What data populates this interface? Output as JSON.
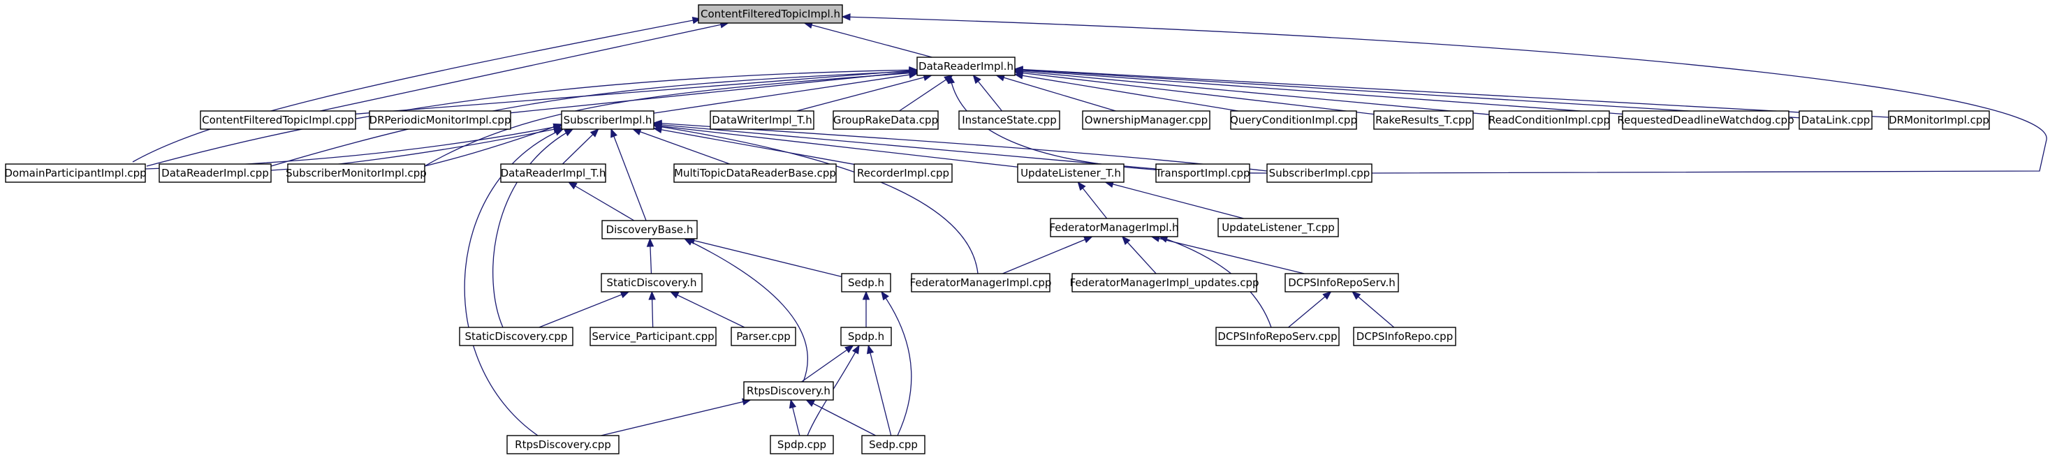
{
  "diagram": {
    "type": "include-dependency-graph",
    "edge_color": "#191970",
    "root_fill": "#bfbfbf",
    "nodes": [
      {
        "id": "n0",
        "label": "ContentFilteredTopicImpl.h",
        "root": true
      },
      {
        "id": "n1",
        "label": "DataReaderImpl.h"
      },
      {
        "id": "n2",
        "label": "ContentFilteredTopicImpl.cpp"
      },
      {
        "id": "n3",
        "label": "DRPeriodicMonitorImpl.cpp"
      },
      {
        "id": "n4",
        "label": "SubscriberImpl.h"
      },
      {
        "id": "n5",
        "label": "DataWriterImpl_T.h"
      },
      {
        "id": "n6",
        "label": "GroupRakeData.cpp"
      },
      {
        "id": "n7",
        "label": "InstanceState.cpp"
      },
      {
        "id": "n8",
        "label": "OwnershipManager.cpp"
      },
      {
        "id": "n9",
        "label": "QueryConditionImpl.cpp"
      },
      {
        "id": "n10",
        "label": "RakeResults_T.cpp"
      },
      {
        "id": "n11",
        "label": "ReadConditionImpl.cpp"
      },
      {
        "id": "n12",
        "label": "RequestedDeadlineWatchdog.cpp"
      },
      {
        "id": "n13",
        "label": "DataLink.cpp"
      },
      {
        "id": "n14",
        "label": "DRMonitorImpl.cpp"
      },
      {
        "id": "n15",
        "label": "DomainParticipantImpl.cpp"
      },
      {
        "id": "n16",
        "label": "DataReaderImpl.cpp"
      },
      {
        "id": "n17",
        "label": "SubscriberMonitorImpl.cpp"
      },
      {
        "id": "n18",
        "label": "DataReaderImpl_T.h"
      },
      {
        "id": "n19",
        "label": "MultiTopicDataReaderBase.cpp"
      },
      {
        "id": "n20",
        "label": "RecorderImpl.cpp"
      },
      {
        "id": "n21",
        "label": "UpdateListener_T.h"
      },
      {
        "id": "n22",
        "label": "TransportImpl.cpp"
      },
      {
        "id": "n23",
        "label": "SubscriberImpl.cpp"
      },
      {
        "id": "n24",
        "label": "DiscoveryBase.h"
      },
      {
        "id": "n25",
        "label": "FederatorManagerImpl.h"
      },
      {
        "id": "n26",
        "label": "UpdateListener_T.cpp"
      },
      {
        "id": "n27",
        "label": "StaticDiscovery.h"
      },
      {
        "id": "n28",
        "label": "Sedp.h"
      },
      {
        "id": "n29",
        "label": "FederatorManagerImpl.cpp"
      },
      {
        "id": "n30",
        "label": "FederatorManagerImpl_updates.cpp"
      },
      {
        "id": "n31",
        "label": "DCPSInfoRepoServ.h"
      },
      {
        "id": "n32",
        "label": "StaticDiscovery.cpp"
      },
      {
        "id": "n33",
        "label": "Service_Participant.cpp"
      },
      {
        "id": "n34",
        "label": "Parser.cpp"
      },
      {
        "id": "n35",
        "label": "Spdp.h"
      },
      {
        "id": "n36",
        "label": "DCPSInfoRepoServ.cpp"
      },
      {
        "id": "n37",
        "label": "DCPSInfoRepo.cpp"
      },
      {
        "id": "n38",
        "label": "RtpsDiscovery.h"
      },
      {
        "id": "n39",
        "label": "RtpsDiscovery.cpp"
      },
      {
        "id": "n40",
        "label": "Spdp.cpp"
      },
      {
        "id": "n41",
        "label": "Sedp.cpp"
      }
    ],
    "edges": [
      {
        "from": "n0",
        "to": "n1"
      },
      {
        "from": "n0",
        "to": "n2"
      },
      {
        "from": "n0",
        "to": "n15"
      },
      {
        "from": "n0",
        "to": "n23"
      },
      {
        "from": "n1",
        "to": "n2"
      },
      {
        "from": "n1",
        "to": "n3"
      },
      {
        "from": "n1",
        "to": "n4"
      },
      {
        "from": "n1",
        "to": "n5"
      },
      {
        "from": "n1",
        "to": "n6"
      },
      {
        "from": "n1",
        "to": "n7"
      },
      {
        "from": "n1",
        "to": "n8"
      },
      {
        "from": "n1",
        "to": "n9"
      },
      {
        "from": "n1",
        "to": "n10"
      },
      {
        "from": "n1",
        "to": "n11"
      },
      {
        "from": "n1",
        "to": "n12"
      },
      {
        "from": "n1",
        "to": "n13"
      },
      {
        "from": "n1",
        "to": "n14"
      },
      {
        "from": "n1",
        "to": "n15"
      },
      {
        "from": "n1",
        "to": "n16"
      },
      {
        "from": "n1",
        "to": "n17"
      },
      {
        "from": "n1",
        "to": "n23"
      },
      {
        "from": "n4",
        "to": "n15"
      },
      {
        "from": "n4",
        "to": "n16"
      },
      {
        "from": "n4",
        "to": "n17"
      },
      {
        "from": "n4",
        "to": "n18"
      },
      {
        "from": "n4",
        "to": "n19"
      },
      {
        "from": "n4",
        "to": "n20"
      },
      {
        "from": "n4",
        "to": "n21"
      },
      {
        "from": "n4",
        "to": "n22"
      },
      {
        "from": "n4",
        "to": "n23"
      },
      {
        "from": "n4",
        "to": "n24"
      },
      {
        "from": "n4",
        "to": "n29"
      },
      {
        "from": "n4",
        "to": "n32"
      },
      {
        "from": "n4",
        "to": "n39"
      },
      {
        "from": "n18",
        "to": "n24"
      },
      {
        "from": "n21",
        "to": "n25"
      },
      {
        "from": "n21",
        "to": "n26"
      },
      {
        "from": "n24",
        "to": "n27"
      },
      {
        "from": "n24",
        "to": "n28"
      },
      {
        "from": "n24",
        "to": "n38"
      },
      {
        "from": "n25",
        "to": "n29"
      },
      {
        "from": "n25",
        "to": "n30"
      },
      {
        "from": "n25",
        "to": "n31"
      },
      {
        "from": "n25",
        "to": "n36"
      },
      {
        "from": "n27",
        "to": "n32"
      },
      {
        "from": "n27",
        "to": "n33"
      },
      {
        "from": "n27",
        "to": "n34"
      },
      {
        "from": "n28",
        "to": "n35"
      },
      {
        "from": "n28",
        "to": "n41"
      },
      {
        "from": "n31",
        "to": "n36"
      },
      {
        "from": "n31",
        "to": "n37"
      },
      {
        "from": "n35",
        "to": "n38"
      },
      {
        "from": "n35",
        "to": "n40"
      },
      {
        "from": "n35",
        "to": "n41"
      },
      {
        "from": "n38",
        "to": "n39"
      },
      {
        "from": "n38",
        "to": "n40"
      },
      {
        "from": "n38",
        "to": "n41"
      }
    ]
  }
}
